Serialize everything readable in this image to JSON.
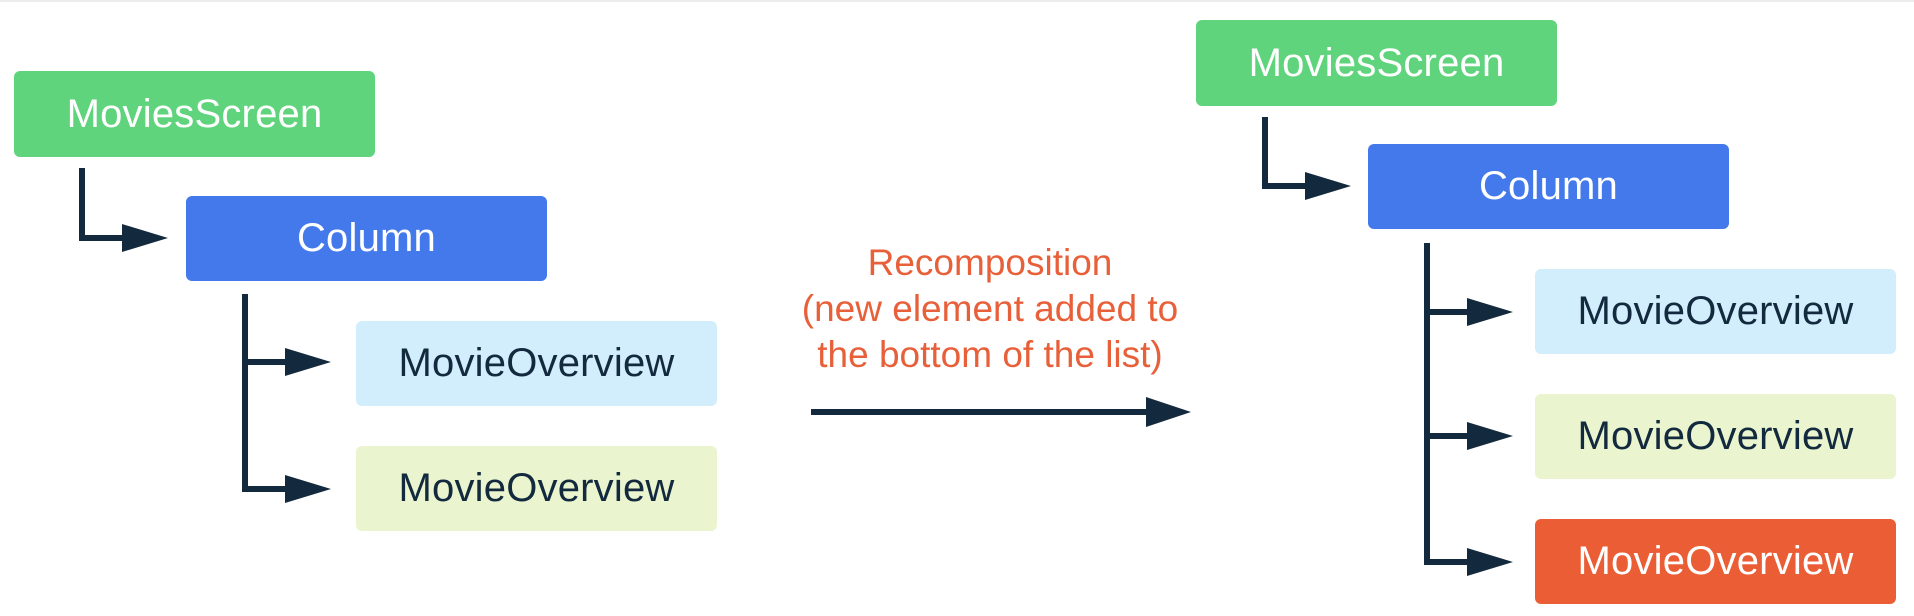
{
  "before_tree": {
    "root": "MoviesScreen",
    "column": "Column",
    "children": [
      "MovieOverview",
      "MovieOverview"
    ]
  },
  "transition": {
    "lines": [
      "Recomposition",
      "(new element added to",
      "the bottom of the list)"
    ]
  },
  "after_tree": {
    "root": "MoviesScreen",
    "column": "Column",
    "children": [
      "MovieOverview",
      "MovieOverview",
      "MovieOverview"
    ]
  },
  "colors": {
    "root": "#5fd47c",
    "column": "#4479ec",
    "child_1": "#d2edfc",
    "child_2": "#eaf5cf",
    "added_child": "#ea5d35",
    "connector": "#13293d",
    "caption": "#e8603a"
  },
  "icons": [
    "tree-connector-arrow",
    "recomposition-arrow"
  ]
}
